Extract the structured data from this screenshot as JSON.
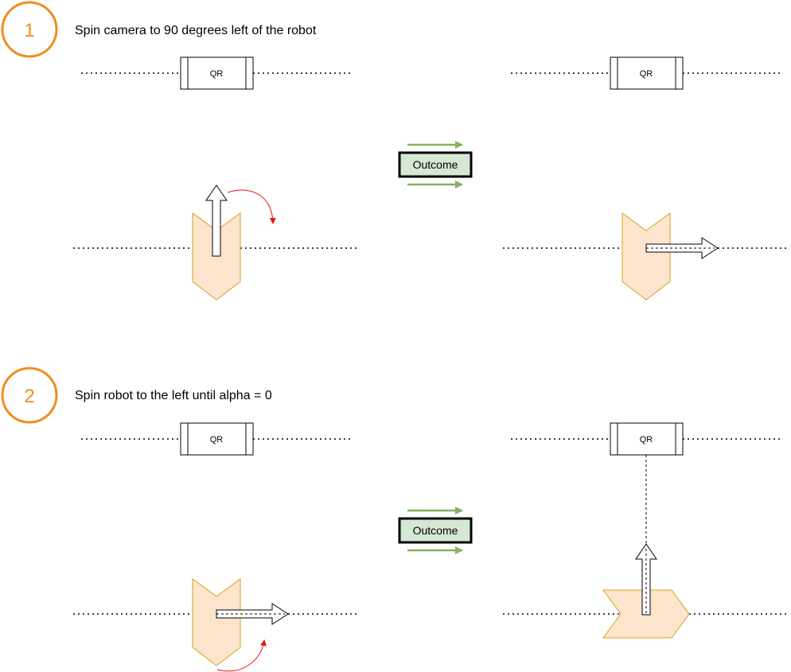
{
  "colors": {
    "accent": "#f28c1e",
    "robot_fill": "#fde4cc",
    "robot_stroke": "#d6a020",
    "outcome_fill": "#d5e8d4",
    "green_arrow": "#82b366",
    "rotation_arrow": "#e8141b"
  },
  "steps": [
    {
      "number": "1",
      "text": "Spin camera to 90 degrees left of the robot",
      "before": {
        "qr_label": "QR",
        "camera_direction": "up",
        "rotation": "clockwise"
      },
      "outcome_label": "Outcome",
      "after": {
        "qr_label": "QR",
        "camera_direction": "right"
      }
    },
    {
      "number": "2",
      "text": "Spin robot to the left until alpha = 0",
      "before": {
        "qr_label": "QR",
        "camera_direction": "right",
        "rotation": "counter-clockwise"
      },
      "outcome_label": "Outcome",
      "after": {
        "qr_label": "QR",
        "camera_direction": "up",
        "robot_heading": "right"
      }
    }
  ]
}
